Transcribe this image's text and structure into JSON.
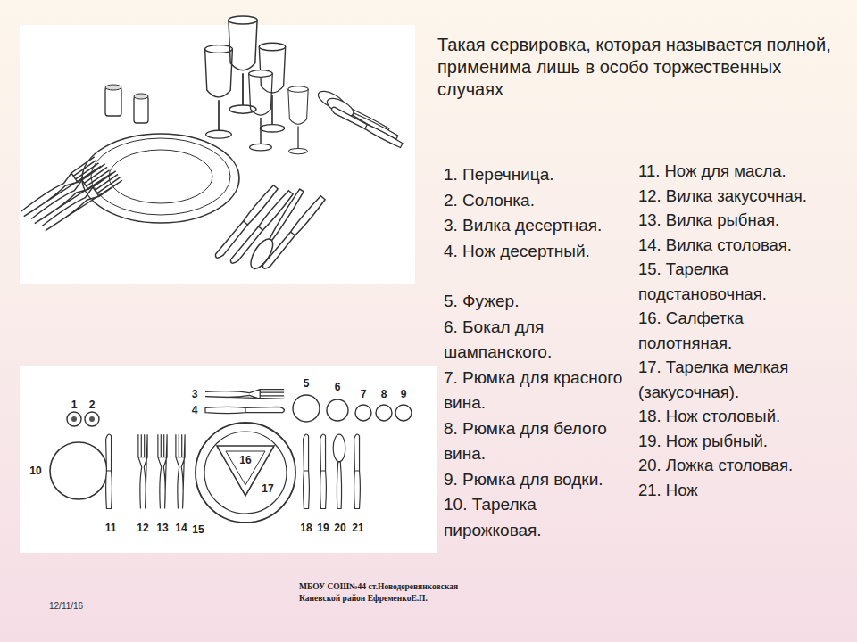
{
  "diagram": {
    "title": "Такая сервировка, которая называется полной, применима лишь в особо торжественных случаях",
    "labels": [
      "1. Перечница.",
      "2. Солонка.",
      "3. Вилка десертная.",
      "4. Нож десертный.",
      "5. Фужер.",
      "6. Бокал для шампанского.",
      "7. Рюмка для красного вина.",
      "8. Рюмка для белого вина.",
      "9. Рюмка для водки.",
      "10. Тарелка пирожковая.",
      "11. Нож для масла.",
      "12. Вилка закусочная.",
      "13. Вилка рыбная.",
      "14. Вилка столовая.",
      "15. Тарелка подстановочная.",
      "16. Салфетка полотняная.",
      "17. Тарелка мелкая (закусочная).",
      "18. Нож столовый.",
      "19. Нож рыбный.",
      "20. Ложка столовая.",
      "21. Нож",
      "1",
      "2",
      "3",
      "4",
      "5",
      "6",
      "7",
      "8",
      "9",
      "10",
      "11",
      "12",
      "13",
      "14",
      "15",
      "16",
      "17",
      "18",
      "19",
      "20",
      "21",
      "12/11/16",
      "МБОУ СОШ№44 ст.Новодеревянковская",
      "Каневской район ЕфременкоЕ.П."
    ]
  }
}
